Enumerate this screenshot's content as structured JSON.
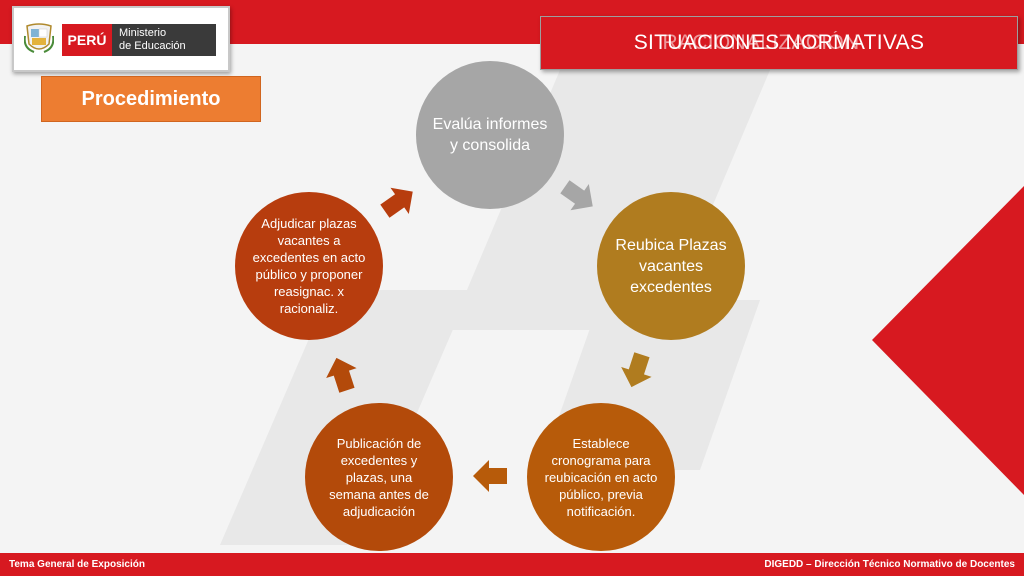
{
  "header": {
    "country": "PERÚ",
    "ministry_line1": "Ministerio",
    "ministry_line2": "de Educación",
    "title_overlap_a": "SITUACIONES NORMATIVAS",
    "title_overlap_b": "RACIONALIZACIÓN"
  },
  "section_label": "Procedimiento",
  "cycle": {
    "nodes": [
      "Evalúa informes y consolida",
      "Reubica Plazas vacantes excedentes",
      "Establece cronograma para reubicación en acto público, previa notificación.",
      "Publicación de excedentes y plazas, una semana antes de adjudicación",
      "Adjudicar plazas vacantes a excedentes en acto público y proponer reasignac. x racionaliz."
    ]
  },
  "footer": {
    "left": "Tema General de Exposición",
    "right": "DIGEDD – Dirección Técnico Normativo de Docentes"
  },
  "colors": {
    "brand_red": "#d71920",
    "label_orange": "#ed7d31",
    "node1": "#a6a6a6",
    "node2": "#b07c1f",
    "node3": "#b75b0a",
    "node4": "#b34a0a",
    "node5": "#b73d0e"
  }
}
